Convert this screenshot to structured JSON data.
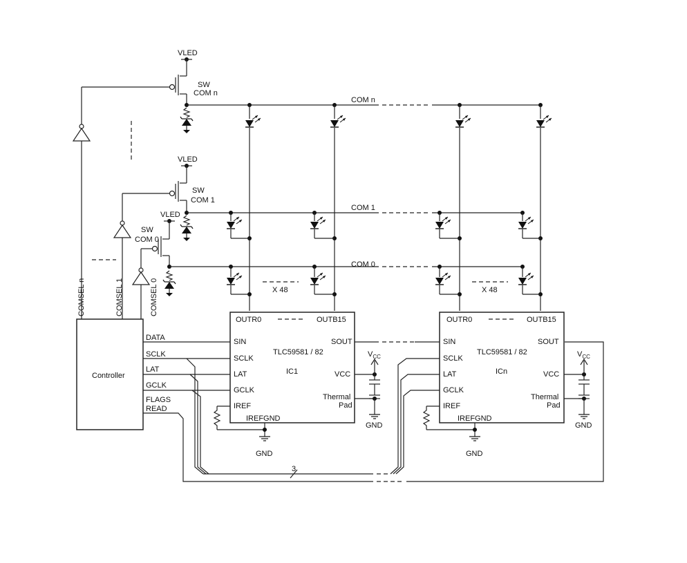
{
  "labels": {
    "vled": "VLED",
    "sw": "SW",
    "com_n": "COM n",
    "com_1": "COM 1",
    "com_0": "COM 0",
    "sw_com0": "COM 0",
    "comsel_n": "COMSEL n",
    "comsel_1": "COMSEL 1",
    "comsel_0": "COMSEL 0",
    "x48": "X 48",
    "controller": "Controller",
    "data": "DATA",
    "sclk": "SCLK",
    "lat": "LAT",
    "gclk": "GCLK",
    "flags": "FLAGS",
    "read": "READ",
    "outr0": "OUTR0",
    "outb15": "OUTB15",
    "sin": "SIN",
    "sout": "SOUT",
    "iref": "IREF",
    "irefgnd": "IREFGND",
    "vcc_pin": "VCC",
    "vcc_supply": "V",
    "vcc_sub": "CC",
    "thermal": "Thermal",
    "pad": "Pad",
    "gnd": "GND",
    "chip_part": "TLC59581 / 82",
    "ic1": "IC1",
    "icn": "ICn",
    "bus_width": "3"
  }
}
